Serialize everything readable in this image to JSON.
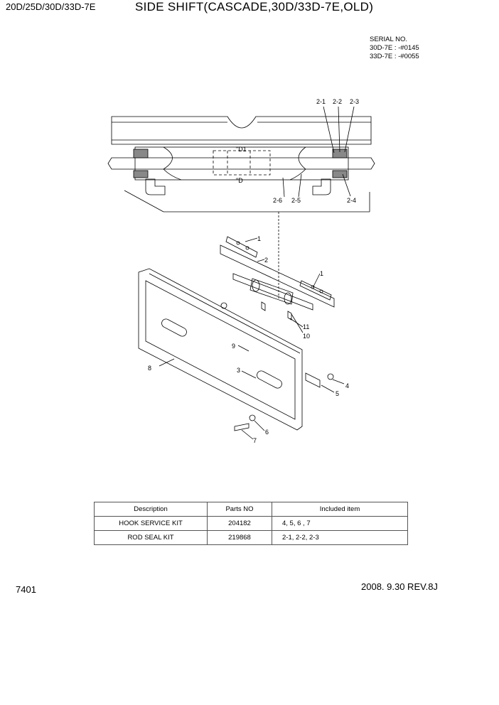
{
  "header": {
    "model": "20D/25D/30D/33D-7E",
    "title": "SIDE SHIFT(CASCADE,30D/33D-7E,OLD)"
  },
  "serial": {
    "heading": "SERIAL NO.",
    "lines": [
      "30D-7E : -#0145",
      "33D-7E : -#0055"
    ]
  },
  "callouts": {
    "c2_1": "2-1",
    "c2_2": "2-2",
    "c2_3": "2-3",
    "c2_4": "2-4",
    "c2_5": "2-5",
    "c2_6": "2-6",
    "c1a": "1",
    "c1b": "1",
    "c2": "2",
    "c3": "3",
    "c4": "4",
    "c5": "5",
    "c6": "6",
    "c7": "7",
    "c8": "8",
    "c9": "9",
    "c10": "10",
    "c11": "11"
  },
  "drawing_text": {
    "cyl_top": "\"D1",
    "cyl_bot": "\"D"
  },
  "kit_table": {
    "headers": [
      "Description",
      "Parts NO",
      "Included item"
    ],
    "rows": [
      [
        "HOOK SERVICE KIT",
        "204182",
        "4, 5, 6 , 7"
      ],
      [
        "ROD SEAL KIT",
        "219868",
        "2-1, 2-2, 2-3"
      ]
    ]
  },
  "footer": {
    "page": "7401",
    "revision": "2008. 9.30  REV.8J"
  }
}
